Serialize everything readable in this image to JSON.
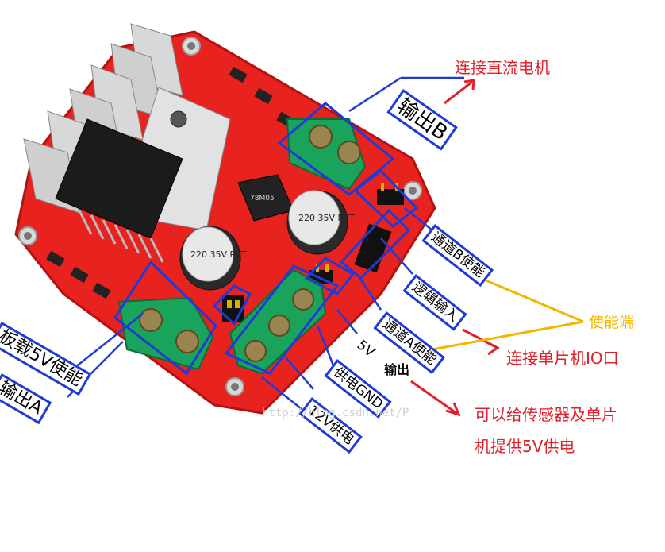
{
  "image": {
    "labels": {
      "out_b": "输出B",
      "ch_b_en": "通道B使能",
      "logic_in": "逻辑输入",
      "ch_a_en": "通道A使能",
      "v5": "5V",
      "out": "输出",
      "gnd": "供电GND",
      "v12": "12V供电",
      "onboard_5v": "板载5V使能",
      "out_a": "输出A"
    },
    "notes": {
      "dc_motor": "连接直流电机",
      "enable": "使能端",
      "mcu_io": "连接单片机IO口",
      "power_line1": "可以给传感器及单片",
      "power_line2": "机提供5V供电"
    },
    "component_text": {
      "cap_left": "220 35V RVT",
      "cap_right": "220 35V RVT",
      "regulator": "78M05"
    },
    "watermark": "http://blog.csdn.net/P_",
    "colors": {
      "board": "#e8231f",
      "terminal": "#1aa35a",
      "label_border": "#1f3bd6",
      "note_red": "#e0202a",
      "note_yellow": "#f2b600"
    }
  }
}
